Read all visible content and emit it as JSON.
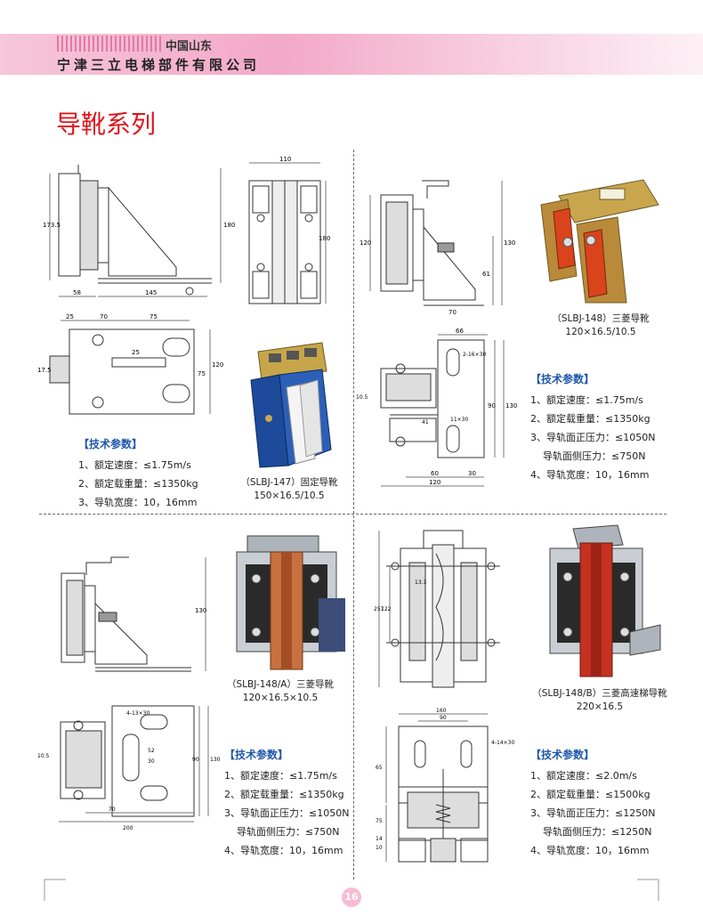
{
  "header": {
    "region": "中国山东",
    "company": "宁津三立电梯部件有限公司"
  },
  "page_title": "导靴系列",
  "page_number": "16",
  "colors": {
    "accent_red": "#e0141e",
    "spec_blue": "#1f58a8",
    "header_pink": "#f3a9c8"
  },
  "products": {
    "slbj147": {
      "caption_line1": "（SLBJ-147）固定导靴",
      "caption_line2": "150×16.5/10.5",
      "spec_title": "【技术参数】",
      "spec_rows": [
        "1、额定速度：≤1.75m/s",
        "2、额定载重量：≤1350kg",
        "3、导轨宽度：10，16mm"
      ]
    },
    "slbj148": {
      "caption_line1": "（SLBJ-148）三菱导靴",
      "caption_line2": "120×16.5/10.5",
      "spec_title": "【技术参数】",
      "spec_rows": [
        "1、额定速度：≤1.75m/s",
        "2、额定载重量：≤1350kg",
        "3、导轨面正压力：≤1050N",
        "导轨面侧压力：≤750N",
        "4、导轨宽度：10，16mm"
      ]
    },
    "slbj148a": {
      "caption_line1": "（SLBJ-148/A）三菱导靴",
      "caption_line2": "120×16.5×10.5",
      "spec_title": "【技术参数】",
      "spec_rows": [
        "1、额定速度：≤1.75m/s",
        "2、额定载重量：≤1350kg",
        "3、导轨面正压力：≤1050N",
        "导轨面侧压力：≤750N",
        "4、导轨宽度：10，16mm"
      ]
    },
    "slbj148b": {
      "caption_line1": "（SLBJ-148/B）三菱高速梯导靴",
      "caption_line2": "220×16.5",
      "spec_title": "【技术参数】",
      "spec_rows": [
        "1、额定速度：≤2.0m/s",
        "2、额定载重量：≤1500kg",
        "3、导轨面正压力：≤1250N",
        "导轨面侧压力：≤1250N",
        "4、导轨宽度：10，16mm"
      ]
    }
  },
  "dimensions": {
    "d147_side": [
      "58",
      "145",
      "180",
      "173.5"
    ],
    "d147_front": [
      "110",
      "180"
    ],
    "d147_top": [
      "25",
      "70",
      "75",
      "25",
      "17.5",
      "120",
      "75"
    ],
    "d148_side": [
      "130",
      "120",
      "70",
      "61"
    ],
    "d148_top": [
      "66",
      "2-16×30",
      "11×30",
      "41",
      "90",
      "130",
      "60",
      "30",
      "120",
      "10.5"
    ],
    "d148a_side": [
      "130"
    ],
    "d148a_top": [
      "4-13×30",
      "52",
      "30",
      "90",
      "130",
      "70",
      "200",
      "10.5"
    ],
    "d148b_front": [
      "257",
      "122",
      "13.3"
    ],
    "d148b_top": [
      "160",
      "90",
      "4-14×30",
      "65",
      "75",
      "14",
      "10"
    ]
  }
}
